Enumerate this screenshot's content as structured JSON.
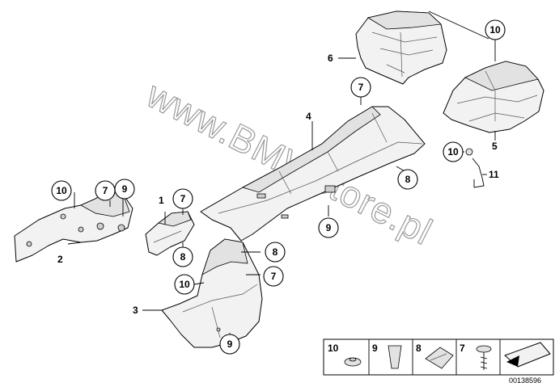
{
  "watermark": "www.BMWstore.pl",
  "callouts": {
    "c10_top": "10",
    "c7_top": "7",
    "c8_right": "8",
    "c10_left": "10",
    "c7_left_a": "7",
    "c9_left": "9",
    "c7_mid": "7",
    "c8_mid": "8",
    "c9_center": "9",
    "c8_lower": "8",
    "c7_lower": "7",
    "c10_lower": "10",
    "c9_bottom": "9",
    "c10_clip": "10"
  },
  "labels": {
    "l1": "1",
    "l2": "2",
    "l3": "3",
    "l4": "4",
    "l5": "5",
    "l6": "6",
    "l11": "11"
  },
  "legend": {
    "items": [
      "10",
      "9",
      "8",
      "7"
    ]
  },
  "diagram_id": "00138596",
  "colors": {
    "line": "#000000",
    "fill": "#f2f2f2",
    "watermark": "#9a9a9a"
  }
}
